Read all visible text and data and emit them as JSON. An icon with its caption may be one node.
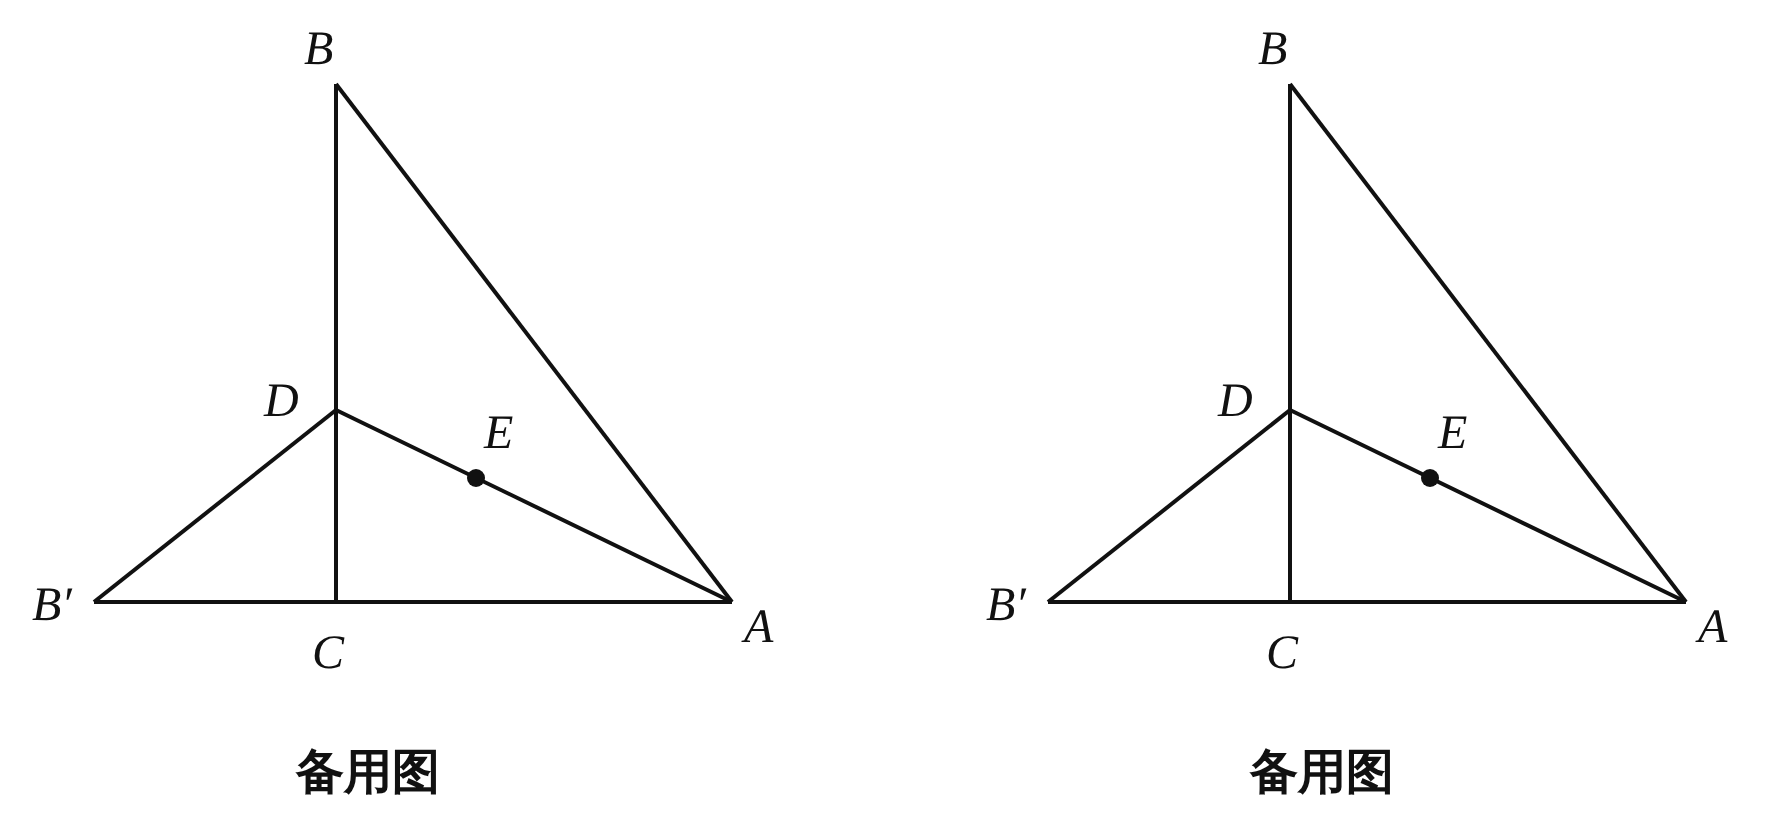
{
  "diagram": {
    "labels": [
      "B",
      "D",
      "E",
      "B′",
      "C",
      "A",
      "备用图",
      "B",
      "D",
      "E",
      "B′",
      "C",
      "A",
      "备用图"
    ]
  }
}
